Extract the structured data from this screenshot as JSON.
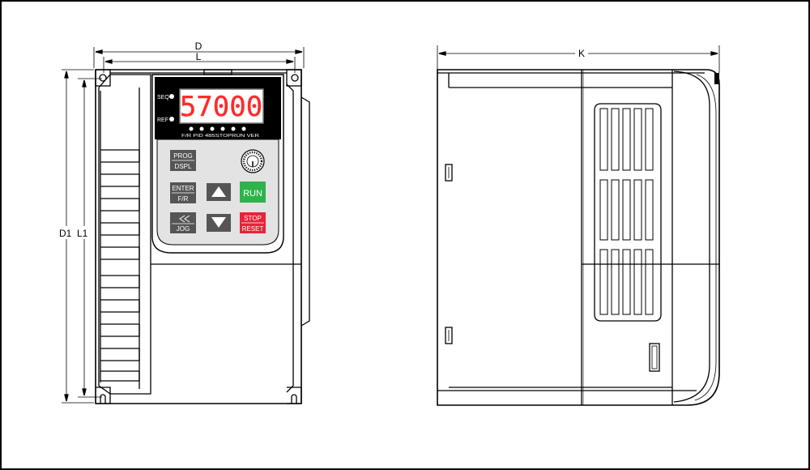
{
  "dimensions": {
    "d": "D",
    "l": "L",
    "d1": "D1",
    "l1": "L1",
    "k": "K"
  },
  "display": {
    "readout": "57000",
    "seq_label": "SEQ",
    "ref_label": "REF",
    "indicator_labels": "F/R PID 485STOPRUN VER",
    "readout_color": "#ff2a2a"
  },
  "keypad": {
    "prog": "PROG",
    "dspl": "DSPL",
    "enter": "ENTER",
    "fr": "F/R",
    "jog": "JOG",
    "run": "RUN",
    "stop": "STOP",
    "reset": "RESET",
    "run_color": "#2db34a",
    "stop_color": "#e8233a"
  }
}
